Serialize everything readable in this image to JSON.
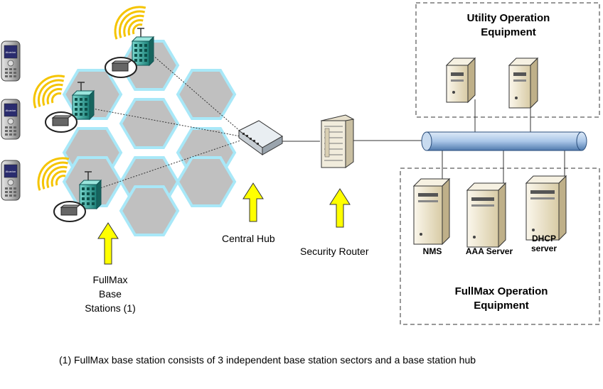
{
  "labels": {
    "utility_title_line1": "Utility Operation",
    "utility_title_line2": "Equipment",
    "central_hub": "Central Hub",
    "security_router": "Security Router",
    "base_line1": "FullMax",
    "base_line2": "Base",
    "base_line3": "Stations (1)",
    "nms": "NMS",
    "aaa": "AAA Server",
    "dhcp_line1": "DHCP",
    "dhcp_line2": "server",
    "fullmax_op_line1": "FullMax Operation",
    "fullmax_op_line2": "Equipment",
    "footnote": "(1) FullMax base station consists of 3 independent base station sectors and a base station hub"
  },
  "phone_screen_text": "Alvarion",
  "colors": {
    "hex_fill": "#c0c0c0",
    "hex_stroke": "#a8e8f8",
    "tower": "#2aa79b",
    "signal": "#f5c400",
    "arrow_fill": "#ffff00",
    "bus": "#a9c6e8",
    "server": "#ece3c8"
  }
}
